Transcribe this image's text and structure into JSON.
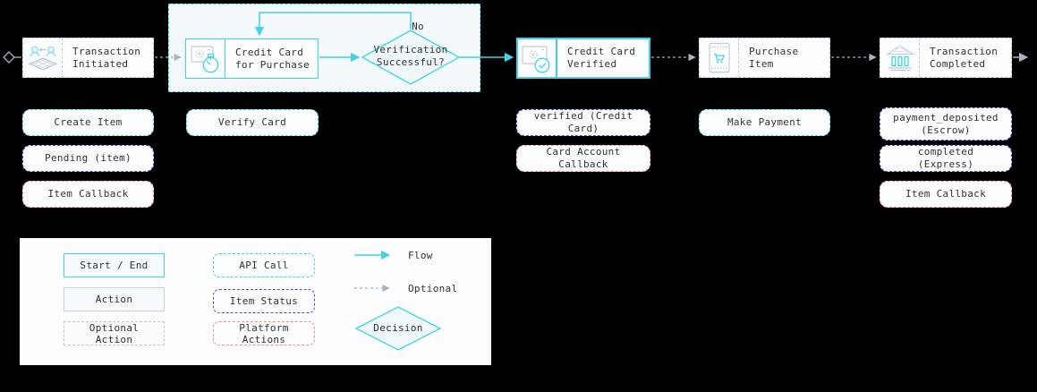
{
  "diagram": {
    "nodes": {
      "initiated": {
        "label": "Transaction Initiated",
        "type": "action"
      },
      "purchase_card": {
        "label": "Credit Card for Purchase",
        "type": "start_end"
      },
      "verified": {
        "label": "Credit Card Verified",
        "type": "start_end"
      },
      "purchase_item": {
        "label": "Purchase Item",
        "type": "action"
      },
      "completed": {
        "label": "Transaction Completed",
        "type": "action"
      }
    },
    "decision": {
      "label": "Verification Successful?",
      "no_label": "No"
    },
    "pills": {
      "create_item": {
        "label": "Create Item",
        "type": "api_call"
      },
      "pending_item": {
        "label": "Pending (item)",
        "type": "item_status"
      },
      "item_callback_initiated": {
        "label": "Item Callback",
        "type": "platform_actions"
      },
      "verify_card": {
        "label": "Verify Card",
        "type": "api_call"
      },
      "verified_credit_card": {
        "label": "verified (Credit Card)",
        "type": "item_status"
      },
      "card_account_callback": {
        "label": "Card Account Callback",
        "type": "platform_actions"
      },
      "make_payment": {
        "label": "Make Payment",
        "type": "api_call"
      },
      "payment_deposited": {
        "label": "payment_deposited (Escrow)",
        "type": "item_status"
      },
      "completed_express": {
        "label": "completed (Express)",
        "type": "item_status"
      },
      "item_callback_completed": {
        "label": "Item Callback",
        "type": "platform_actions"
      }
    },
    "legend": {
      "start_end": "Start / End",
      "action": "Action",
      "optional_action": "Optional Action",
      "api_call": "API Call",
      "item_status": "Item Status",
      "platform_actions": "Platform Actions",
      "flow": "Flow",
      "optional": "Optional",
      "decision": "Decision"
    },
    "colors": {
      "flow": "#3fd4e4",
      "item_status": "#4d4dd3",
      "platform_actions": "#f68c8c",
      "action_border": "#b9c3d0",
      "optional_arrow": "#a9b3c2"
    }
  }
}
